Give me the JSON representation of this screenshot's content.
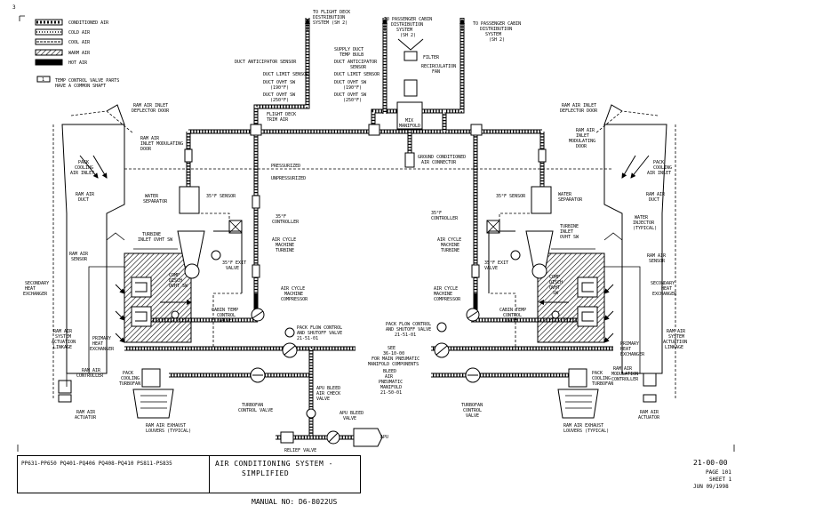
{
  "corner_mark": "3",
  "legend": {
    "items": [
      {
        "label": "CONDITIONED AIR",
        "style": "conditioned"
      },
      {
        "label": "COLD AIR",
        "style": "cold"
      },
      {
        "label": "COOL AIR",
        "style": "cool"
      },
      {
        "label": "WARM AIR",
        "style": "warm"
      },
      {
        "label": "HOT AIR",
        "style": "hot"
      }
    ],
    "note_symbol": "1",
    "note_line1": "TEMP CONTROL VALVE PARTS",
    "note_line2": "HAVE A COMMON SHAFT"
  },
  "labels": {
    "to_flight_deck": [
      "TO FLIGHT DECK",
      "DISTRIBUTION",
      "SYSTEM (SH 2)"
    ],
    "to_passenger_cabin": [
      "TO PASSENGER CABIN",
      "DISTRIBUTION",
      "SYSTEM",
      "(SH 2)"
    ],
    "to_passenger_cabin_2": [
      "TO PASSENGER CABIN",
      "DISTRIBUTION",
      "SYSTEM",
      "(SH 2)"
    ],
    "supply_duct": [
      "SUPPLY DUCT",
      "TEMP BULB"
    ],
    "filter": "FILTER",
    "recirc_fan": [
      "RECIRCULATION",
      "FAN"
    ],
    "duct_anticipator_1": "DUCT ANTICIPATOR SENSOR",
    "duct_limit_1": "DUCT LIMIT SENSOR",
    "duct_ovht_1": [
      "DUCT OVHT SW",
      "(190°F)"
    ],
    "duct_ovht_250_1": [
      "DUCT OVHT SW",
      "(250°F)"
    ],
    "duct_anticipator_2": [
      "DUCT ANTICIPATOR",
      "SENSOR"
    ],
    "duct_limit_2": "DUCT LIMIT SENSOR",
    "duct_ovht_2": [
      "DUCT OVHT SW",
      "(190°F)"
    ],
    "duct_ovht_250_2": [
      "DUCT OVHT SW",
      "(250°F)"
    ],
    "flight_deck_trim": [
      "FLIGHT DECK",
      "TRIM AIR"
    ],
    "mix_manifold": [
      "MIX",
      "MANIFOLD"
    ],
    "ground_conditioned": [
      "GROUND CONDITIONED",
      "AIR CONNECTOR"
    ],
    "ram_inlet_deflector_l": [
      "RAM AIR INLET",
      "DEFLECTOR DOOR"
    ],
    "ram_inlet_deflector_r": [
      "RAM AIR INLET",
      "DEFLECTOR DOOR"
    ],
    "ram_inlet_mod_l": [
      "RAM AIR",
      "INLET MODULATING",
      "DOOR"
    ],
    "ram_inlet_mod_r": [
      "RAM AIR",
      "INLET",
      "MODULATING",
      "DOOR"
    ],
    "pack_cooling_inlet_l": [
      "PACK",
      "COOLING",
      "AIR INLET"
    ],
    "pack_cooling_inlet_r": [
      "PACK",
      "COOLING",
      "AIR INLET"
    ],
    "pressurized": "PRESSURIZED",
    "unpressurized": "UNPRESSURIZED",
    "ram_air_duct_l": [
      "RAM AIR",
      "DUCT"
    ],
    "ram_air_duct_r": [
      "RAM AIR",
      "DUCT"
    ],
    "water_separator_l": [
      "WATER",
      "SEPARATOR"
    ],
    "water_separator_r": [
      "WATER",
      "SEPARATOR"
    ],
    "sensor_35_l": "35°F SENSOR",
    "sensor_35_r": "35°F SENSOR",
    "controller_35_l": [
      "35°F",
      "CONTROLLER"
    ],
    "controller_35_r": [
      "35°F",
      "CONTROLLER"
    ],
    "turbine_inlet_l": [
      "TURBINE",
      "INLET OVHT SW"
    ],
    "turbine_inlet_r": [
      "TURBINE",
      "INLET",
      "OVHT SW"
    ],
    "acm_turbine_l": [
      "AIR CYCLE",
      "MACHINE",
      "TURBINE"
    ],
    "acm_turbine_r": [
      "AIR CYCLE",
      "MACHINE",
      "TURBINE"
    ],
    "water_injector_r": [
      "WATER",
      "INJECTOR",
      "(TYPICAL)"
    ],
    "ram_air_sensor_l": [
      "RAM AIR",
      "SENSOR"
    ],
    "ram_air_sensor_r": [
      "RAM AIR",
      "SENSOR"
    ],
    "comp_disch_l": [
      "COMP",
      "DISCH",
      "OVHT SW"
    ],
    "comp_disch_r": [
      "COMP",
      "DISCH",
      "OVHT",
      "SW"
    ],
    "exit_valve_l": [
      "35°F EXIT",
      "VALVE"
    ],
    "exit_valve_r": [
      "35°F EXIT",
      "VALVE"
    ],
    "secondary_hx_l": [
      "SECONDARY",
      "HEAT",
      "EXCHANGER"
    ],
    "secondary_hx_r": [
      "SECONDARY",
      "HEAT",
      "EXCHANGER"
    ],
    "acm_compressor_l": [
      "AIR CYCLE",
      "MACHINE",
      "COMPRESSOR"
    ],
    "acm_compressor_r": [
      "AIR CYCLE",
      "MACHINE",
      "COMPRESSOR"
    ],
    "cabin_temp_valve_l": [
      "CABIN TEMP",
      "CONTROL",
      "VALVE"
    ],
    "cabin_temp_valve_r": [
      "CABIN TEMP",
      "CONTROL",
      "VALVE"
    ],
    "pack_flow_l": [
      "PACK FLOW CONTROL",
      "AND SHUTOFF VALVE",
      "21-51-01"
    ],
    "pack_flow_r": [
      "PACK FLOW CONTROL",
      "AND SHUTOFF VALVE",
      "21-51-01"
    ],
    "see_note": [
      "SEE",
      "36-10-00",
      "FOR MAIN PNEUMATIC",
      "MANIFOLD COMPONENTS"
    ],
    "bleed_manifold": [
      "BLEED",
      "AIR",
      "PNEUMATIC",
      "MANIFOLD",
      "21-50-01"
    ],
    "primary_hx_l": [
      "PRIMARY",
      "HEAT",
      "EXCHANGER"
    ],
    "primary_hx_r": [
      "PRIMARY",
      "HEAT",
      "EXCHANGER"
    ],
    "ram_actuation_l": [
      "RAM AIR",
      "SYSTEM",
      "ACTUATION",
      "LINKAGE"
    ],
    "ram_actuation_r": [
      "RAM AIR",
      "SYSTEM",
      "ACTUATION",
      "LINKAGE"
    ],
    "ram_controller_l": [
      "RAM AIR",
      "CONTROLLER"
    ],
    "ram_controller_r": [
      "RAM AIR",
      "MODULATION",
      "CONTROLLER"
    ],
    "pack_cooling_fan_l": [
      "PACK",
      "COOLING",
      "TURBOFAN"
    ],
    "pack_cooling_fan_r": [
      "PACK",
      "COOLING",
      "TURBOFAN"
    ],
    "turbofan_valve_l": [
      "TURBOFAN",
      "CONTROL VALVE"
    ],
    "turbofan_valve_r": [
      "TURBOFAN",
      "CONTROL",
      "VALVE"
    ],
    "apu_bleed_check": [
      "APU BLEED",
      "AIR CHECK",
      "VALVE"
    ],
    "apu_bleed_valve": [
      "APU BLEED",
      "VALVE"
    ],
    "apu": "APU",
    "relief_valve": "RELIEF VALVE",
    "ram_actuator_l": [
      "RAM AIR",
      "ACTUATOR"
    ],
    "ram_actuator_r": [
      "RAM AIR",
      "ACTUATOR"
    ],
    "exhaust_louvers_l": [
      "RAM AIR EXHAUST",
      "LOUVERS (TYPICAL)"
    ],
    "exhaust_louvers_r": [
      "RAM AIR EXHAUST",
      "LOUVERS (TYPICAL)"
    ]
  },
  "title_block": {
    "effectivity": "PP631-PP650 PQ401-PQ406 PQ408-PQ410 PS811-PS835",
    "title_line1": "AIR CONDITIONING SYSTEM -",
    "title_line2": "SIMPLIFIED",
    "manual_no": "MANUAL NO: D6-8022US",
    "chapter": "21-00-00",
    "page": "PAGE 101",
    "sheet": "SHEET 1",
    "date": "JUN 09/1998"
  }
}
